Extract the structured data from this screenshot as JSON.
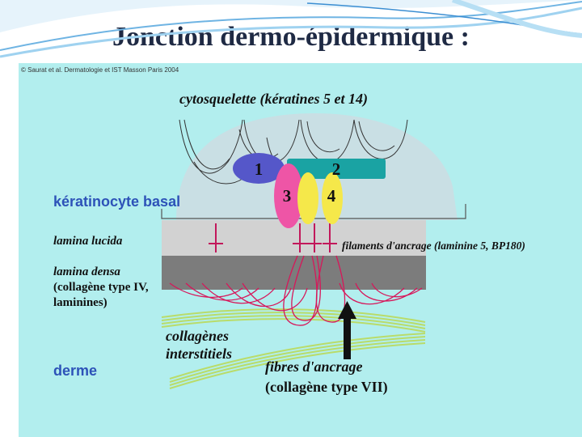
{
  "slide": {
    "title": "Jonction dermo-épidermique :"
  },
  "figure": {
    "copyright": "© Saurat et al. Dermatologie et IST Masson Paris 2004",
    "cytoskeleton": "cytosquelette (kératines 5 et 14)",
    "basal_keratinocyte": "kératinocyte basal",
    "lamina_lucida": "lamina lucida",
    "lamina_densa": [
      "lamina densa",
      "(collagène type IV,",
      "laminines)"
    ],
    "anchoring_filaments": "filaments d'ancrage (laminine 5, BP180)",
    "interstitial_collagens": [
      "collagènes",
      "interstitiels"
    ],
    "anchoring_fibrils": [
      "fibres d'ancrage",
      "(collagène type VII)"
    ],
    "dermis": "derme",
    "markers": [
      "1",
      "2",
      "3",
      "4"
    ]
  },
  "colors": {
    "panel_bg": "#b2eeee",
    "keratinocyte": "#c9dfe4",
    "lamina_lucida": "#d2d2d2",
    "lamina_densa": "#7c7c7c",
    "fibril": "#d7175a",
    "marker_1": "#5557c9",
    "marker_2": "#1aa3a3",
    "marker_3": "#ee55a6",
    "marker_4": "#f5e84a",
    "blue_label": "#2d52b8"
  }
}
